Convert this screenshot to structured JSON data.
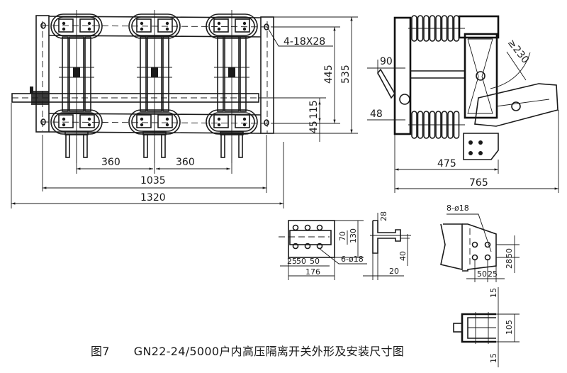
{
  "caption": {
    "figure_number": "图7",
    "title": "GN22-24/5000户内高压隔离开关外形及安装尺寸图"
  },
  "front_view": {
    "dimensions": {
      "pole_spacing_left": "360",
      "pole_spacing_right": "360",
      "mount_hole_span": "1035",
      "overall_width": "1320",
      "mount_holes": "4-18X28",
      "height_445": "445",
      "height_535": "535",
      "dim_115": "115",
      "dim_45": "45"
    }
  },
  "side_view": {
    "dimensions": {
      "dim_90": "90",
      "dim_48": "48",
      "swing_radius": "≥230",
      "depth_475": "475",
      "overall_depth": "765"
    }
  },
  "terminal_detail": {
    "dimensions": {
      "d25": "25",
      "d50a": "50",
      "d50b": "50",
      "width_176": "176",
      "d70": "70",
      "d130": "130",
      "holes": "6-ø18",
      "d28": "28",
      "d40": "40",
      "d20": "20"
    }
  },
  "bracket_detail": {
    "dimensions": {
      "holes": "8-ø18",
      "d50h": "50",
      "d25h": "25",
      "d50v": "50",
      "d28v": "28"
    }
  },
  "clip_detail": {
    "dimensions": {
      "top_15": "15",
      "d105": "105",
      "bottom_15": "15"
    }
  }
}
